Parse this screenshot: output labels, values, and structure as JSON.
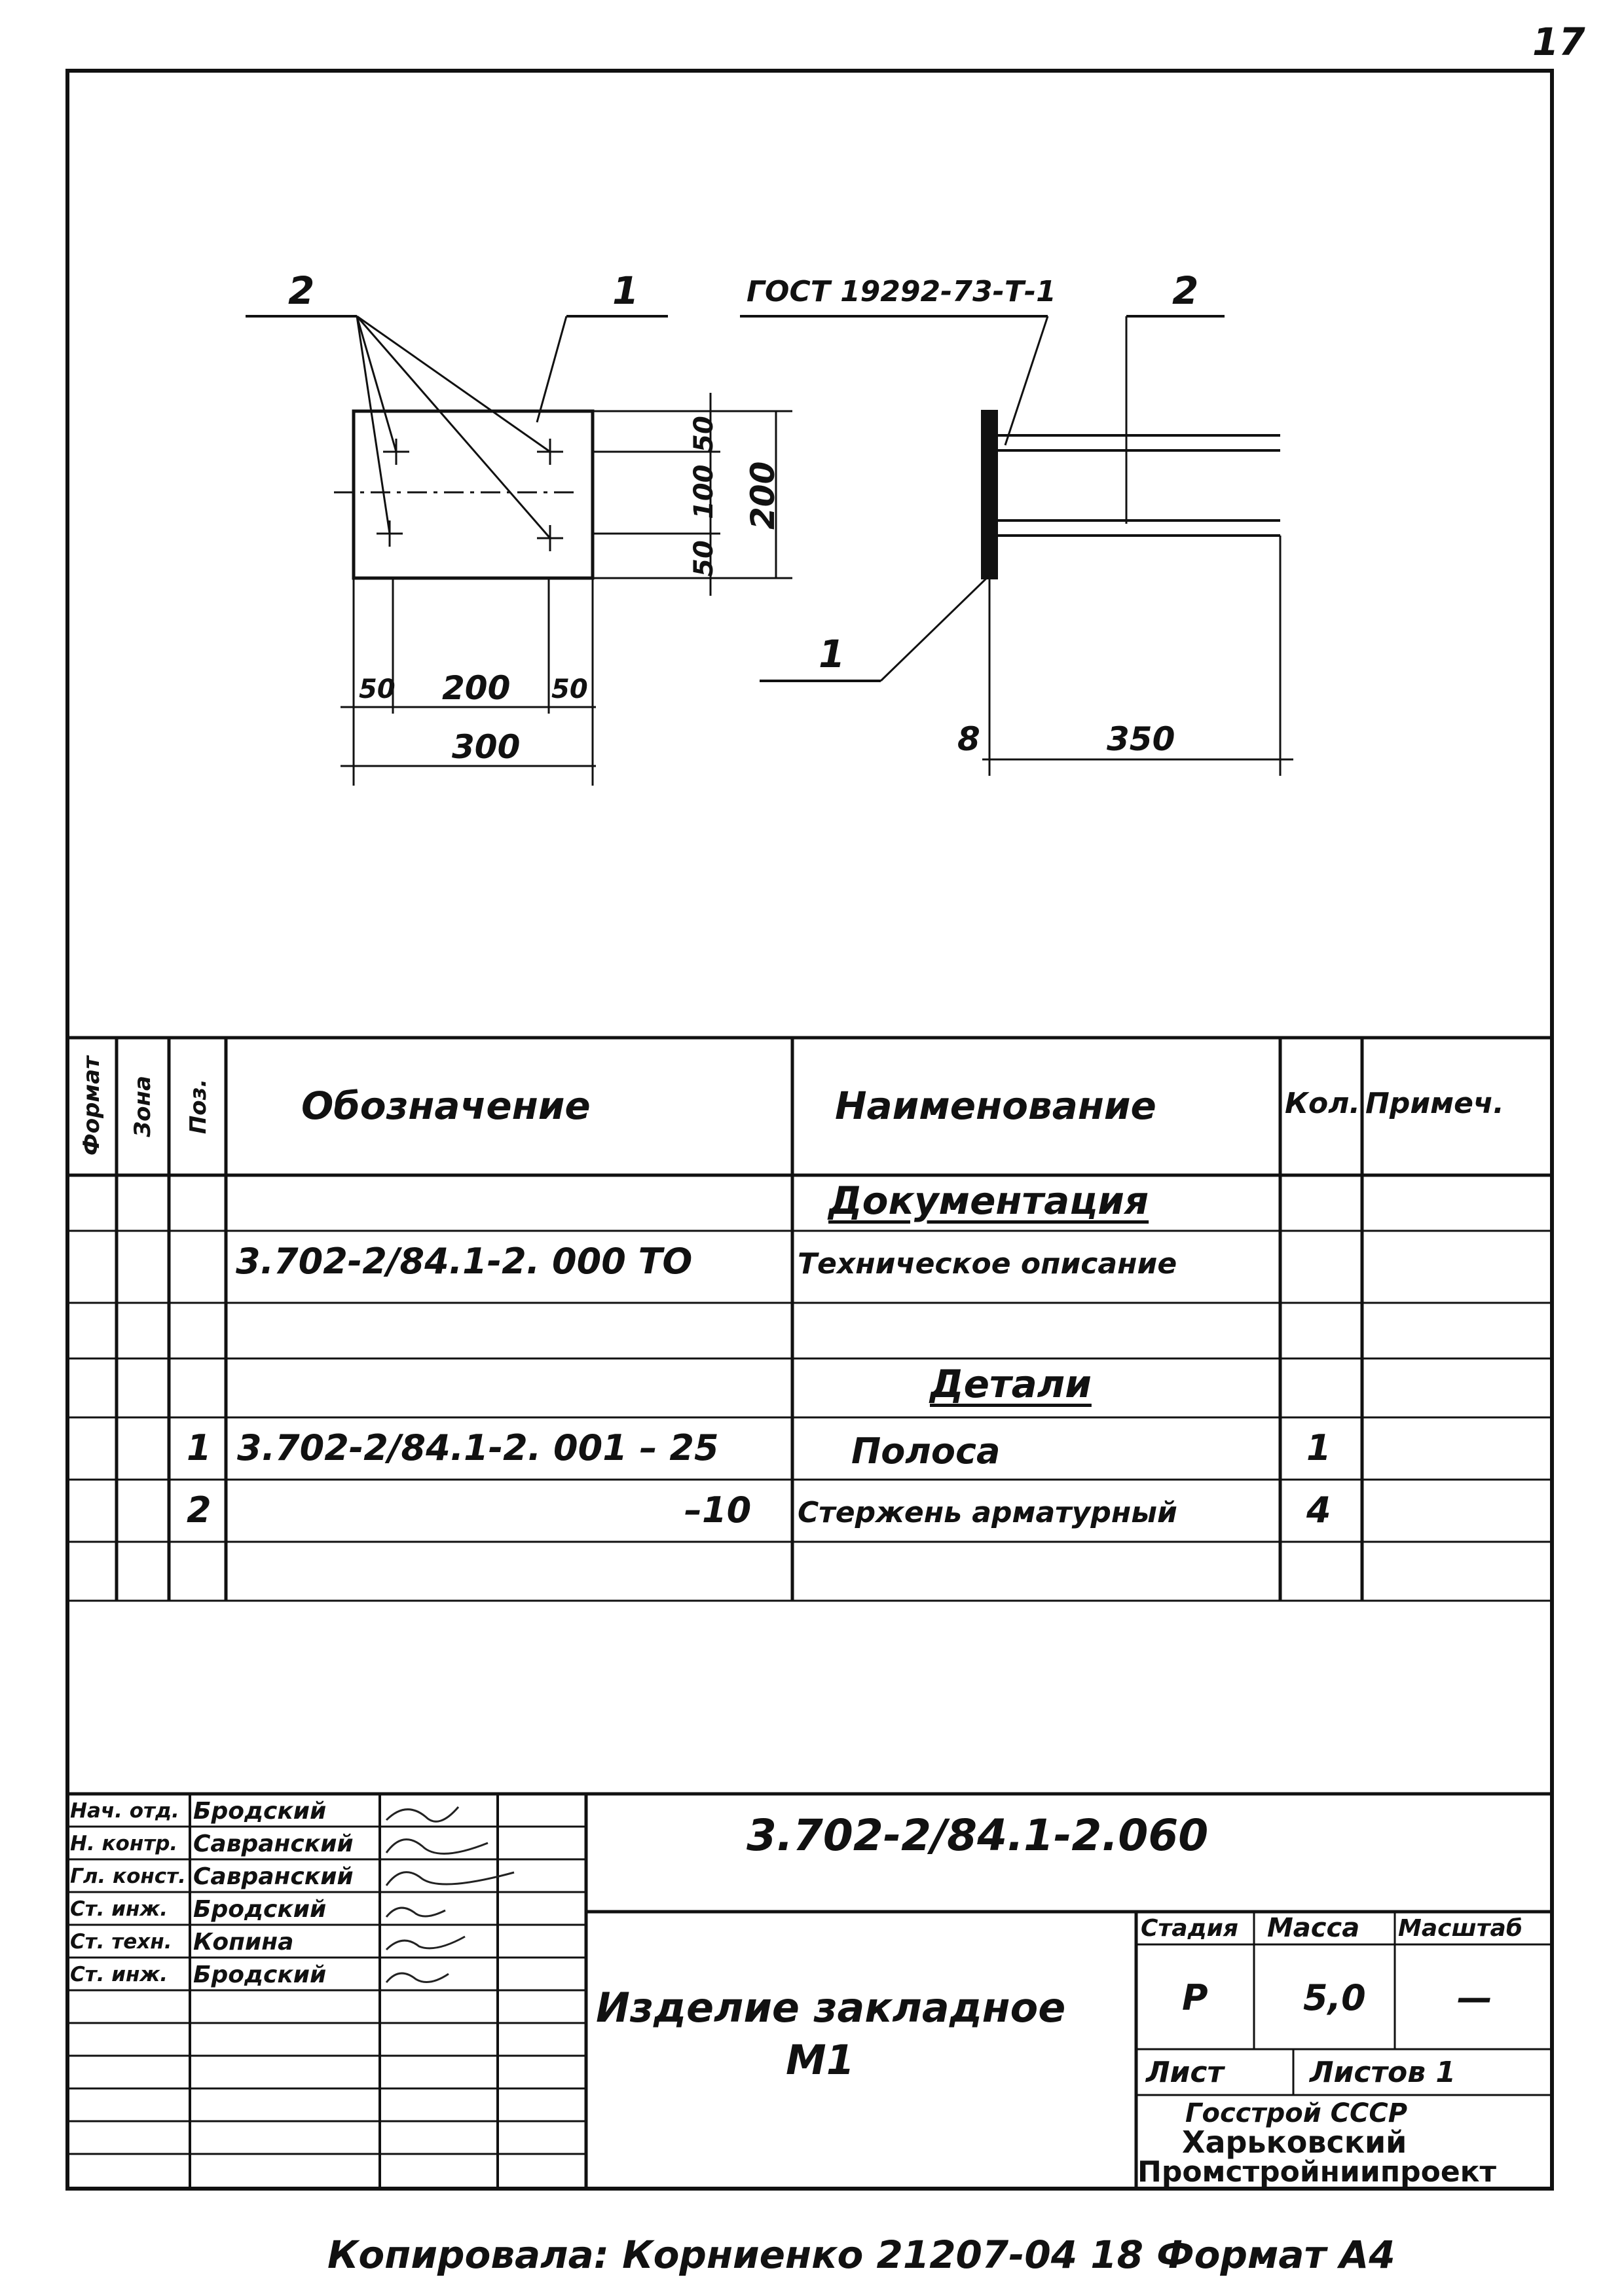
{
  "page_number": "17",
  "drawing": {
    "callout_left_2": "2",
    "callout_left_1": "1",
    "gost_label": "ГОСТ 19292-73-Т-1",
    "callout_right_2": "2",
    "callout_right_1": "1",
    "dims_plan": {
      "d50_top": "50",
      "d100": "100",
      "d50_bottom": "50",
      "d200_v": "200",
      "d50_left": "50",
      "d200_h": "200",
      "d50_right": "50",
      "d300": "300"
    },
    "dims_side": {
      "d8": "8",
      "d350": "350"
    }
  },
  "spec": {
    "headers": {
      "format": "Формат",
      "zone": "Зона",
      "pos": "Поз.",
      "designation": "Обозначение",
      "name": "Наименование",
      "qty": "Кол.",
      "note": "Примеч."
    },
    "rows": [
      {
        "pos": "",
        "designation": "",
        "name": "Документация",
        "qty": "",
        "section": true
      },
      {
        "pos": "",
        "designation": "3.702-2/84.1-2. 000 ТО",
        "name": "Техническое описание",
        "qty": ""
      },
      {
        "pos": "",
        "designation": "",
        "name": "",
        "qty": ""
      },
      {
        "pos": "",
        "designation": "",
        "name": "Детали",
        "qty": "",
        "section": true
      },
      {
        "pos": "1",
        "designation": "3.702-2/84.1-2. 001 – 25",
        "name": "Полоса",
        "qty": "1"
      },
      {
        "pos": "2",
        "designation": "–10",
        "name": "Стержень арматурный",
        "qty": "4"
      },
      {
        "pos": "",
        "designation": "",
        "name": "",
        "qty": ""
      }
    ]
  },
  "title_block": {
    "document_code": "3.702-2/84.1-2.060",
    "item_name": "Изделие закладное",
    "item_mark": "М1",
    "roles": [
      {
        "role": "Нач. отд.",
        "name": "Бродский"
      },
      {
        "role": "Н. контр.",
        "name": "Савранский"
      },
      {
        "role": "Гл. конст.",
        "name": "Савранский"
      },
      {
        "role": "Ст. инж.",
        "name": "Бродский"
      },
      {
        "role": "Ст. техн.",
        "name": "Копина"
      },
      {
        "role": "Ст. инж.",
        "name": "Бродский"
      }
    ],
    "stage_label": "Стадия",
    "mass_label": "Масса",
    "scale_label": "Масштаб",
    "stage": "Р",
    "mass": "5,0",
    "scale": "—",
    "sheet_label": "Лист",
    "sheets_label": "Листов 1",
    "org_line1": "Госстрой СССР",
    "org_line2": "Харьковский",
    "org_line3": "Промстройниипроект"
  },
  "footer": "Копировала: Корниенко 21207-04 18 Формат А4"
}
